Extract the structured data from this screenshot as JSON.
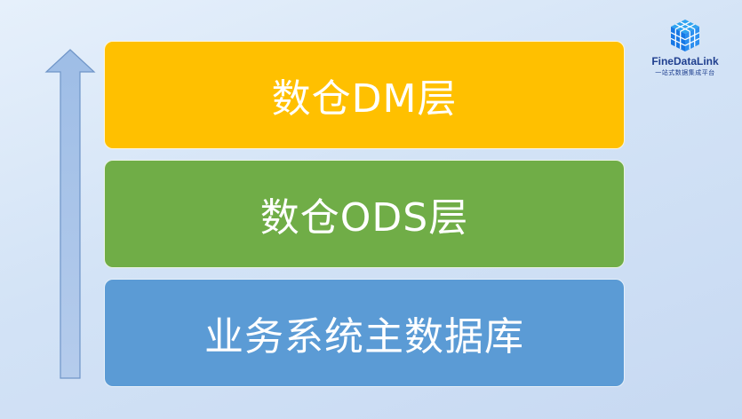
{
  "layers": [
    {
      "label": "数仓DM层",
      "color": "#ffc000"
    },
    {
      "label": "数仓ODS层",
      "color": "#70ad47"
    },
    {
      "label": "业务系统主数据库",
      "color": "#5b9bd5"
    }
  ],
  "arrow": {
    "direction": "up",
    "color": "#a9c5e8"
  },
  "logo": {
    "name": "FineDataLink",
    "tagline": "一站式数据集成平台",
    "icon": "cube-logo-icon"
  }
}
